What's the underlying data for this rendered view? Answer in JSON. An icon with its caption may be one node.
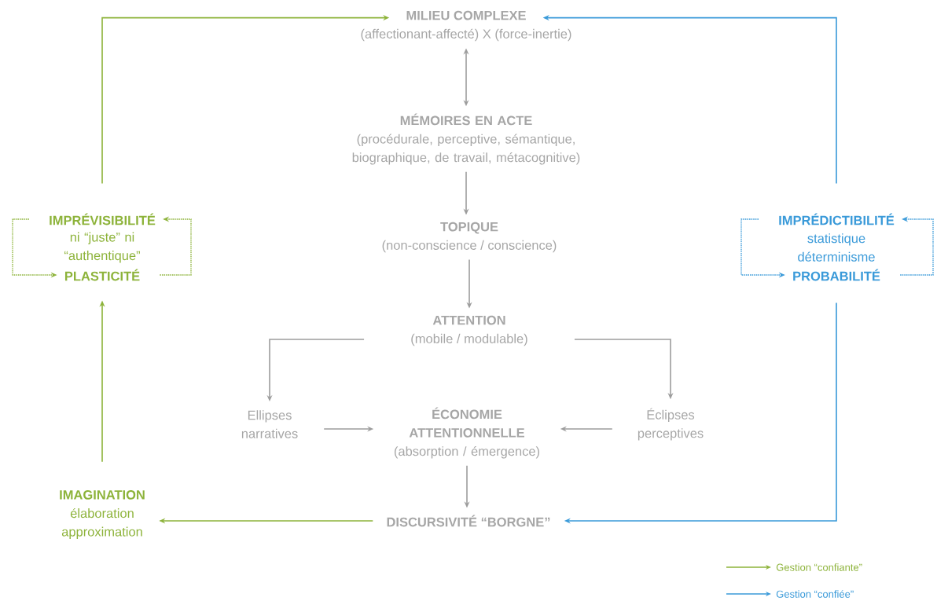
{
  "diagram": {
    "nodes": [
      {
        "text": [
          "MILIEU COMPLEXE",
          "(affectionant-affecté) X (force-inertie)"
        ]
      },
      {
        "text": [
          "MÉMOIRES EN ACTE",
          "(procédurale, perceptive, sémantique, biographique, de travail, métacognitive)"
        ]
      },
      {
        "text": [
          "TOPIQUE",
          "(non-conscience / conscience)"
        ]
      },
      {
        "text": [
          "ATTENTION",
          "(mobile / modulable)"
        ]
      },
      {
        "text": [
          "Ellipses narratives"
        ]
      },
      {
        "text": [
          "ÉCONOMIE ATTENTIONNELLE",
          "(absorption / émergence)"
        ]
      },
      {
        "text": [
          "Éclipses perceptives"
        ]
      },
      {
        "text": [
          "DISCURSIVITÉ “BORGNE”"
        ]
      },
      {
        "text": [
          "IMAGINATION",
          "élaboration approximation"
        ]
      },
      {
        "text": [
          "IMPRÉVISIBILITÉ"
        ]
      },
      {
        "text": [
          "ni “juste” ni “authentique”"
        ]
      },
      {
        "text": [
          "PLASTICITÉ"
        ]
      },
      {
        "text": [
          "IMPRÉDICTIBILITÉ"
        ]
      },
      {
        "text": [
          "statistique déterminisme"
        ]
      },
      {
        "text": [
          "PROBABILITÉ"
        ]
      }
    ],
    "edges": [
      {
        "from": 0,
        "to": 1,
        "arrow": "both"
      },
      {
        "from": 1,
        "to": 2,
        "arrow": "to"
      },
      {
        "from": 2,
        "to": 3,
        "arrow": "to"
      },
      {
        "from": 3,
        "to": 4,
        "arrow": "to"
      },
      {
        "from": 3,
        "to": 6,
        "arrow": "to"
      },
      {
        "from": 4,
        "to": 5,
        "arrow": "to"
      },
      {
        "from": 6,
        "to": 5,
        "arrow": "to"
      },
      {
        "from": 5,
        "to": 7,
        "arrow": "to"
      },
      {
        "from": 7,
        "to": 8,
        "arrow": "to",
        "color": "#8db33a"
      },
      {
        "from": 8,
        "to": 11,
        "arrow": "to",
        "color": "#8db33a"
      },
      {
        "from": 9,
        "to": 0,
        "arrow": "to",
        "color": "#8db33a"
      },
      {
        "from": 11,
        "to": 9,
        "arrow": "to",
        "style": "dashed",
        "color": "#8db33a"
      },
      {
        "from": 9,
        "to": 11,
        "arrow": "to",
        "style": "dashed",
        "color": "#8db33a"
      },
      {
        "from": 12,
        "to": 0,
        "arrow": "to",
        "color": "#3a9ad9"
      },
      {
        "from": 14,
        "to": 7,
        "arrow": "to",
        "color": "#3a9ad9"
      },
      {
        "from": 14,
        "to": 12,
        "arrow": "to",
        "style": "dashed",
        "color": "#3a9ad9"
      },
      {
        "from": 12,
        "to": 14,
        "arrow": "to",
        "style": "dashed",
        "color": "#3a9ad9"
      }
    ],
    "legend": [
      {
        "text": "Gestion “confiante”"
      },
      {
        "text": "Gestion “confiée”"
      }
    ]
  }
}
